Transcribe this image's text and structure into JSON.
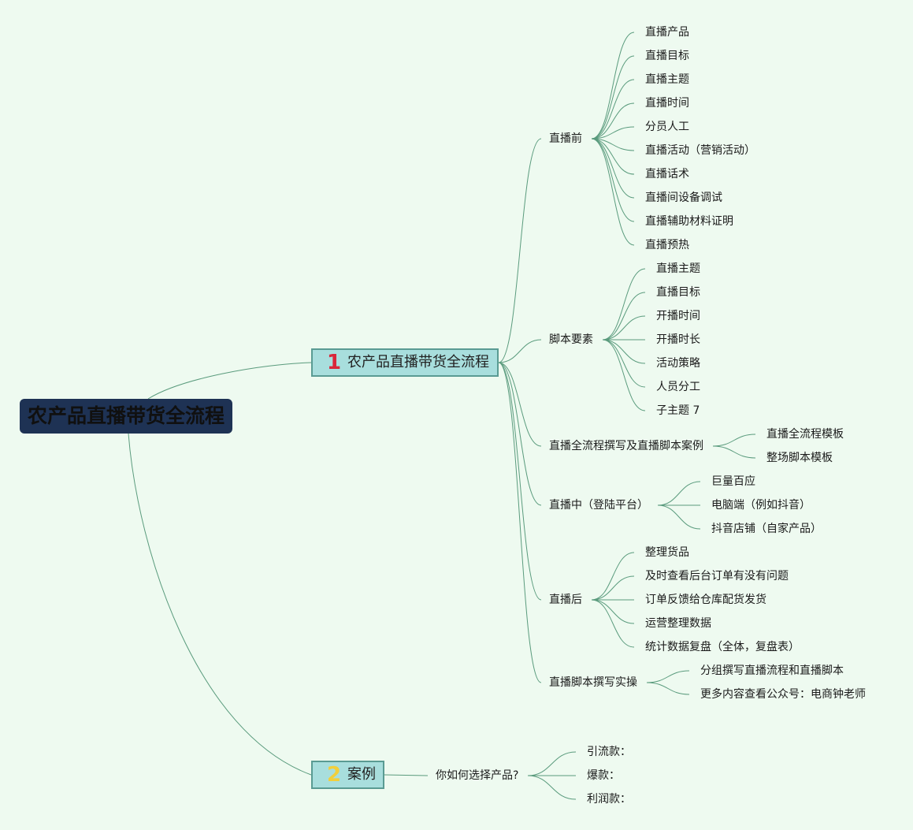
{
  "colors": {
    "background": "#eefaf0",
    "edge": "#5a9b7d",
    "root_fill": "#1e3254",
    "main_fill": "#a8dedd",
    "main_border": "#5a9b93",
    "badge_1": "#d9263a",
    "badge_2": "#f2cf3a"
  },
  "root": {
    "label": "农产品直播带货全流程"
  },
  "branches": [
    {
      "badge": "1",
      "label": "农产品直播带货全流程",
      "children": [
        {
          "label": "直播前",
          "children": [
            "直播产品",
            "直播目标",
            "直播主题",
            "直播时间",
            "分员人工",
            "直播活动（营销活动）",
            "直播话术",
            "直播间设备调试",
            "直播辅助材料证明",
            "直播预热"
          ]
        },
        {
          "label": "脚本要素",
          "children": [
            "直播主题",
            "直播目标",
            "开播时间",
            "开播时长",
            "活动策略",
            "人员分工",
            "子主题 7"
          ]
        },
        {
          "label": "直播全流程撰写及直播脚本案例",
          "children": [
            "直播全流程模板",
            "整场脚本模板"
          ]
        },
        {
          "label": "直播中（登陆平台）",
          "children": [
            "巨量百应",
            "电脑端（例如抖音）",
            "抖音店铺（自家产品）"
          ]
        },
        {
          "label": "直播后",
          "children": [
            "整理货品",
            "及时查看后台订单有没有问题",
            "订单反馈给仓库配货发货",
            "运营整理数据",
            "统计数据复盘（全体，复盘表）"
          ]
        },
        {
          "label": "直播脚本撰写实操",
          "children": [
            "分组撰写直播流程和直播脚本",
            "更多内容查看公众号：电商钟老师"
          ]
        }
      ]
    },
    {
      "badge": "2",
      "label": "案例",
      "children": [
        {
          "label": "你如何选择产品?",
          "children": [
            "引流款：",
            "爆款：",
            "利润款："
          ]
        }
      ]
    }
  ]
}
